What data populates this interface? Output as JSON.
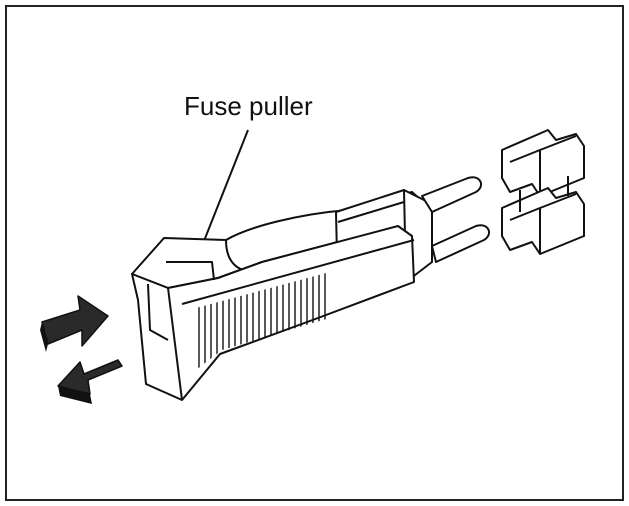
{
  "diagram": {
    "label": "Fuse puller",
    "ink_color": "#111111",
    "arrow_fill": "#2a2a2a",
    "parts": [
      {
        "name": "fuse-puller",
        "icon": "fuse-puller-icon"
      },
      {
        "name": "fuse-block",
        "icon": "fuse-icon"
      },
      {
        "name": "arrow-push",
        "icon": "arrow-right-icon"
      },
      {
        "name": "arrow-pull",
        "icon": "arrow-left-icon"
      }
    ]
  }
}
